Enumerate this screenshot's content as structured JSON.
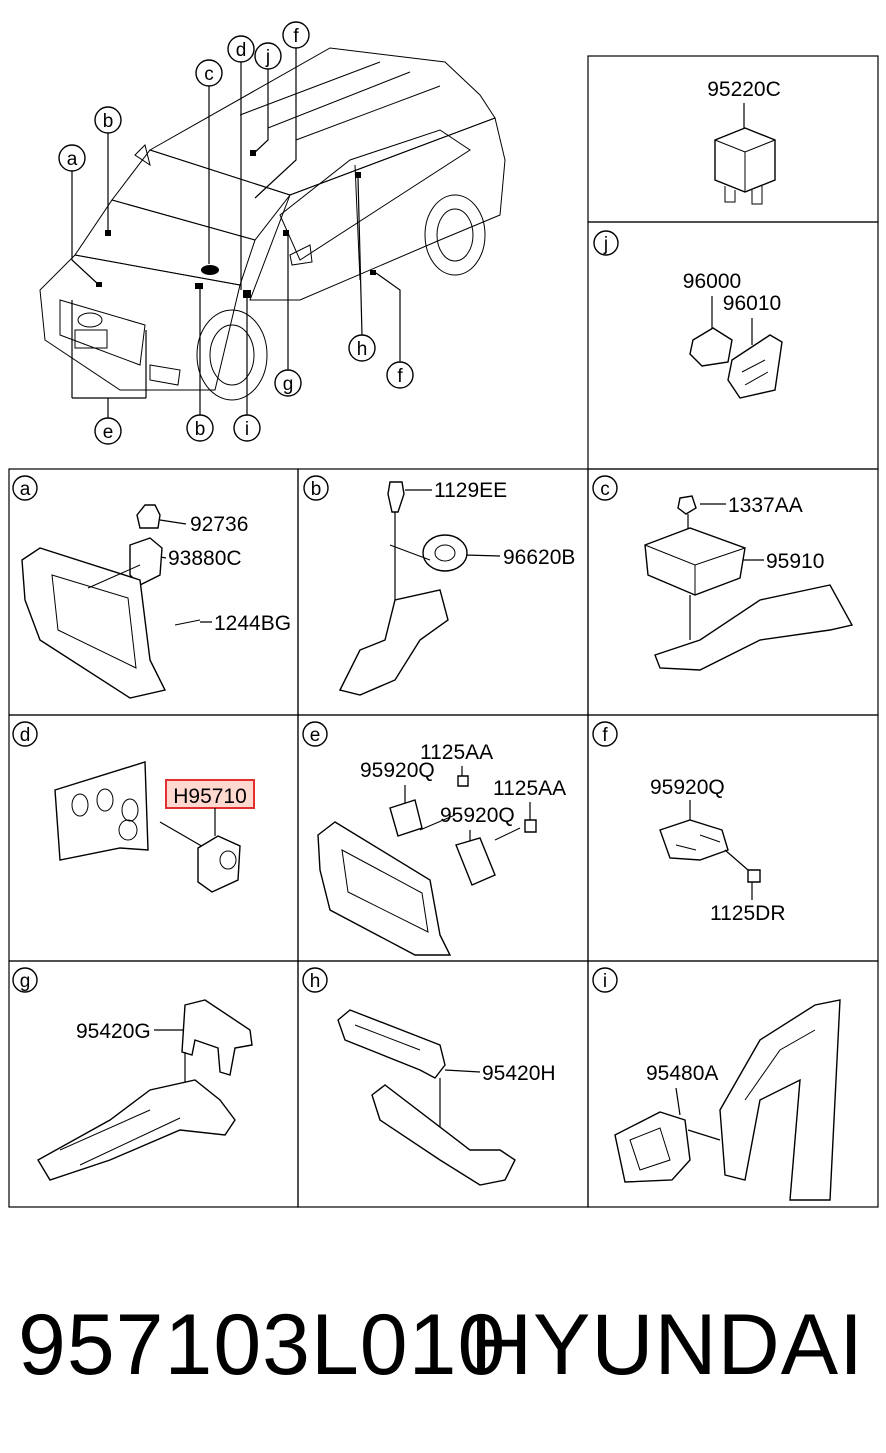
{
  "overview": {
    "callouts": [
      "a",
      "b",
      "c",
      "d",
      "j",
      "f",
      "h",
      "f",
      "g",
      "i",
      "b",
      "e"
    ]
  },
  "panels": [
    {
      "key": "95220C-panel",
      "letter": "",
      "parts": [
        "95220C"
      ]
    },
    {
      "key": "j",
      "letter": "j",
      "parts": [
        "96000",
        "96010"
      ]
    },
    {
      "key": "a",
      "letter": "a",
      "parts": [
        "92736",
        "93880C",
        "1244BG"
      ]
    },
    {
      "key": "b",
      "letter": "b",
      "parts": [
        "1129EE",
        "96620B"
      ]
    },
    {
      "key": "c",
      "letter": "c",
      "parts": [
        "1337AA",
        "95910"
      ]
    },
    {
      "key": "d",
      "letter": "d",
      "parts": [
        "H95710"
      ]
    },
    {
      "key": "e",
      "letter": "e",
      "parts": [
        "1125AA",
        "95920Q",
        "1125AA",
        "95920Q"
      ]
    },
    {
      "key": "f",
      "letter": "f",
      "parts": [
        "95920Q",
        "1125DR"
      ]
    },
    {
      "key": "g",
      "letter": "g",
      "parts": [
        "95420G"
      ]
    },
    {
      "key": "h",
      "letter": "h",
      "parts": [
        "95420H"
      ]
    },
    {
      "key": "i",
      "letter": "i",
      "parts": [
        "95480A"
      ]
    }
  ],
  "highlight": {
    "part": "H95710",
    "color": "#e03030"
  },
  "footer": {
    "part_number": "957103L010",
    "brand": "HYUNDAI"
  }
}
